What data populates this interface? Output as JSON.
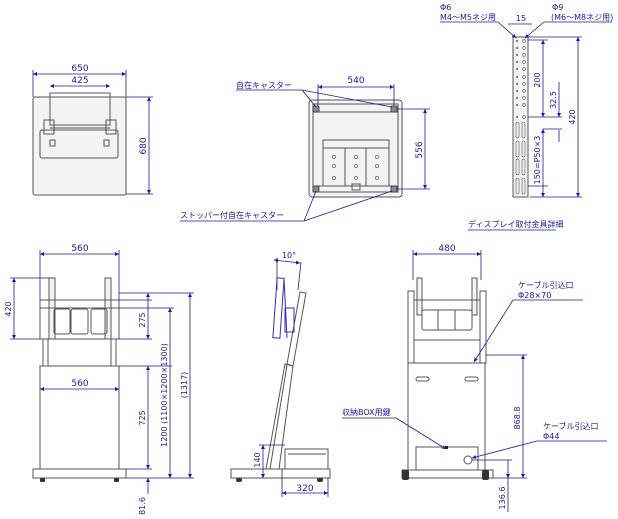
{
  "colors": {
    "dimension": "#1a1a9a",
    "outline": "#555555"
  },
  "views": {
    "top_left_plan": {
      "width": "650",
      "inner_width": "425",
      "depth": "680"
    },
    "top_plan_casters": {
      "caster_span": "540",
      "caster_depth": "556",
      "label_swivel_caster": "自在キャスター",
      "label_stopper_caster": "ストッパー付自在キャスター"
    },
    "bracket_detail": {
      "hole_small_dia": "Φ6",
      "hole_small_note": "M4～M5ネジ用",
      "hole_large_dia": "Φ9",
      "hole_large_note": "(M6～M8ネジ用)",
      "hole_spacing": "15",
      "upper_length": "200",
      "pitch": "32.5",
      "total_length": "420",
      "slot_pitch": "150=P50×3",
      "caption": "ディスプレイ取付金具詳細"
    },
    "front": {
      "top_width": "560",
      "bracket_height": "420",
      "frame_height": "275",
      "box_width": "560",
      "box_height": "725",
      "base_height": "81.6",
      "total_height_option": "1200 (1100×1200×1300)",
      "overall_height": "(1317)"
    },
    "side": {
      "tilt": "10°",
      "base_box_height": "140",
      "box_depth": "320",
      "key_label": "収納BOX用鍵"
    },
    "rear": {
      "top_width": "480",
      "cable_inlet_top_label": "ケーブル引込口",
      "cable_inlet_top_size": "Φ28×70",
      "cable_inlet_bottom_label": "ケーブル引込口",
      "cable_inlet_bottom_size": "Φ44",
      "box_height": "868.8",
      "inlet_height": "136.6"
    }
  }
}
